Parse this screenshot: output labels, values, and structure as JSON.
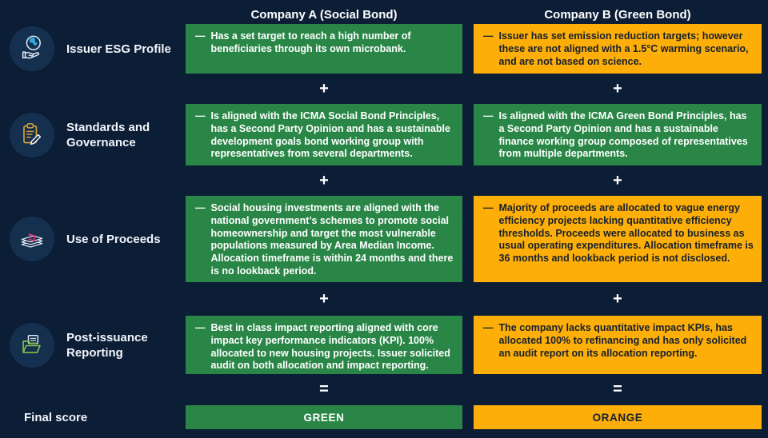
{
  "header": {
    "col_a": "Company A (Social Bond)",
    "col_b": "Company B (Green Bond)"
  },
  "connectors": {
    "plus": "+",
    "equals": "="
  },
  "bullet": "—",
  "rows": [
    {
      "category": "Issuer ESG Profile",
      "icon": "globe-in-hand-icon",
      "a": "Has a set target to reach a high number of beneficiaries through its own microbank.",
      "a_tone": "green",
      "b": "Issuer has set emission reduction targets; however these are not aligned with a 1.5°C warming scenario, and are not based on science.",
      "b_tone": "orange"
    },
    {
      "category": "Standards and Governance",
      "icon": "clipboard-pencil-icon",
      "a": "Is aligned with the ICMA Social Bond Principles, has a Second Party Opinion and has a sustainable development goals bond working group with representatives from several departments.",
      "a_tone": "green",
      "b": "Is aligned with the ICMA Green Bond Principles, has a Second Party Opinion and has a sustainable finance working group composed of representatives from multiple departments.",
      "b_tone": "green"
    },
    {
      "category": "Use of Proceeds",
      "icon": "banknotes-icon",
      "a": "Social housing investments are aligned with the national government’s schemes to promote social homeownership and target the most vulnerable populations measured by Area Median Income. Allocation timeframe is within 24 months and there is no lookback period.",
      "a_tone": "green",
      "b": "Majority of proceeds are allocated to vague energy efficiency projects lacking quantitative efficiency thresholds. Proceeds were allocated to business as usual operating expenditures. Allocation timeframe is 36 months and lookback period is not disclosed.",
      "b_tone": "orange"
    },
    {
      "category": "Post-issuance Reporting",
      "icon": "open-folder-document-icon",
      "a": "Best in class impact reporting aligned with core impact key performance indicators (KPI). 100% allocated to new housing projects. Issuer solicited audit on both allocation and impact reporting.",
      "a_tone": "green",
      "b": "The company lacks quantitative impact KPIs, has allocated 100% to refinancing and has only solicited an audit report on its allocation reporting.",
      "b_tone": "orange"
    }
  ],
  "final": {
    "label": "Final score",
    "a": "GREEN",
    "a_tone": "green",
    "b": "ORANGE",
    "b_tone": "orange"
  },
  "colors": {
    "background": "#0c1d36",
    "icon_circle": "#15304e",
    "green": "#2a8647",
    "orange": "#fdae08",
    "dark_text": "#16202e",
    "light_text": "#ffffff"
  }
}
